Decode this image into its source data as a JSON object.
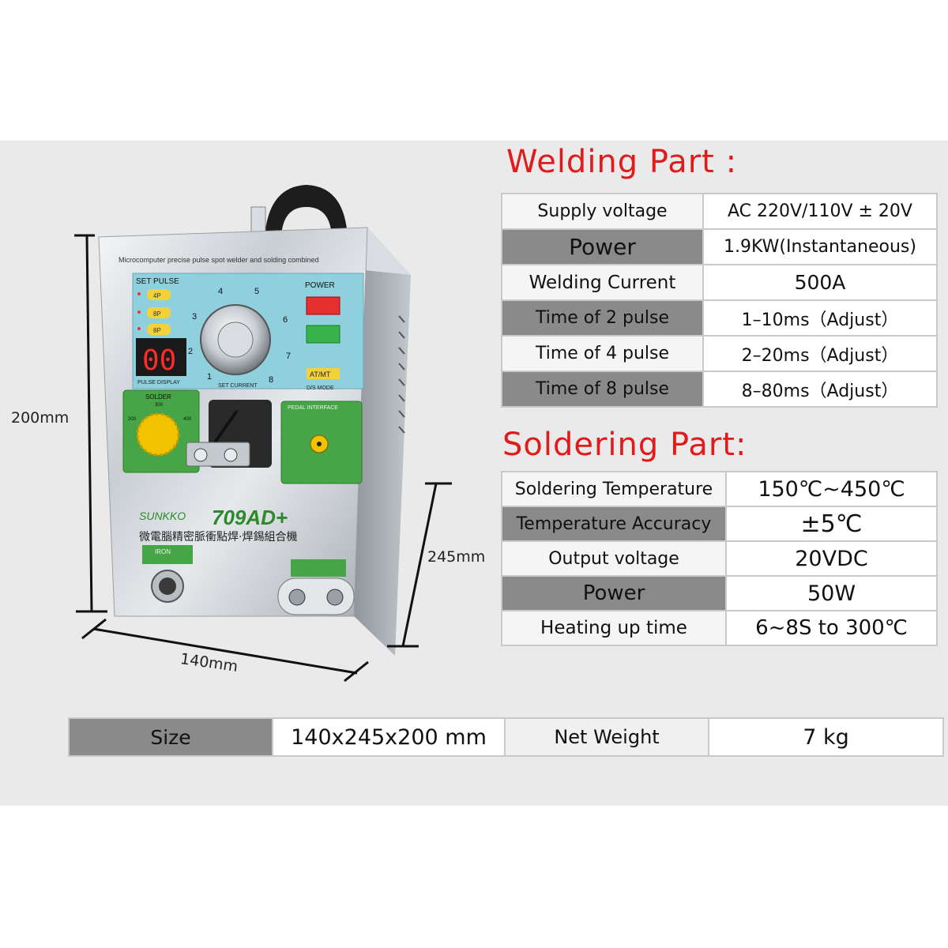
{
  "device": {
    "tagline": "Microcomputer precise pulse spot welder and solding combined",
    "set_pulse_label": "SET PULSE",
    "pulse_buttons": [
      "4P",
      "8P",
      "8P"
    ],
    "display_value": "00",
    "pulse_display_label": "PULSE DISPLAY",
    "dial_numbers": [
      "1",
      "2",
      "3",
      "4",
      "5",
      "6",
      "7",
      "8"
    ],
    "set_current_label": "SET CURRENT",
    "power_label": "POWER",
    "mode_button": "AT/MT",
    "mode_label": "D/S MODE",
    "solder_label": "SOLDER",
    "solder_scale": [
      "200",
      "300",
      "400"
    ],
    "pedal_label": "PEDAL INTERFACE",
    "brand": "SUNKKO",
    "model": "709AD+",
    "chinese_label": "微電腦精密脈衝點焊·焊錫組合機",
    "iron_label": "IRON"
  },
  "dimensions": {
    "height": "200mm",
    "depth": "245mm",
    "width": "140mm"
  },
  "welding": {
    "title": "Welding Part :",
    "rows": [
      {
        "label": "Supply voltage",
        "value": "AC 220V/110V ± 20V"
      },
      {
        "label": "Power",
        "value": "1.9KW(Instantaneous)"
      },
      {
        "label": "Welding Current",
        "value": "500A"
      },
      {
        "label": "Time of 2 pulse",
        "value": "1–10ms（Adjust）"
      },
      {
        "label": "Time of 4 pulse",
        "value": "2–20ms（Adjust）"
      },
      {
        "label": "Time of 8 pulse",
        "value": "8–80ms（Adjust）"
      }
    ]
  },
  "soldering": {
    "title": "Soldering Part:",
    "rows": [
      {
        "label": "Soldering Temperature",
        "value": "150℃~450℃"
      },
      {
        "label": "Temperature Accuracy",
        "value": "±5℃"
      },
      {
        "label": "Output voltage",
        "value": "20VDC"
      },
      {
        "label": "Power",
        "value": "50W"
      },
      {
        "label": "Heating up time",
        "value": "6~8S to 300℃"
      }
    ]
  },
  "summary": {
    "size_label": "Size",
    "size_value": "140x245x200 mm",
    "weight_label": "Net Weight",
    "weight_value": "7 kg"
  },
  "colors": {
    "title_red": "#e01b1b",
    "dark_row": "#8a8a8a",
    "light_row": "#f5f5f5",
    "panel_blue": "#7fc9d9",
    "panel_green": "#3a9a3a",
    "knob_yellow": "#f2c200"
  }
}
